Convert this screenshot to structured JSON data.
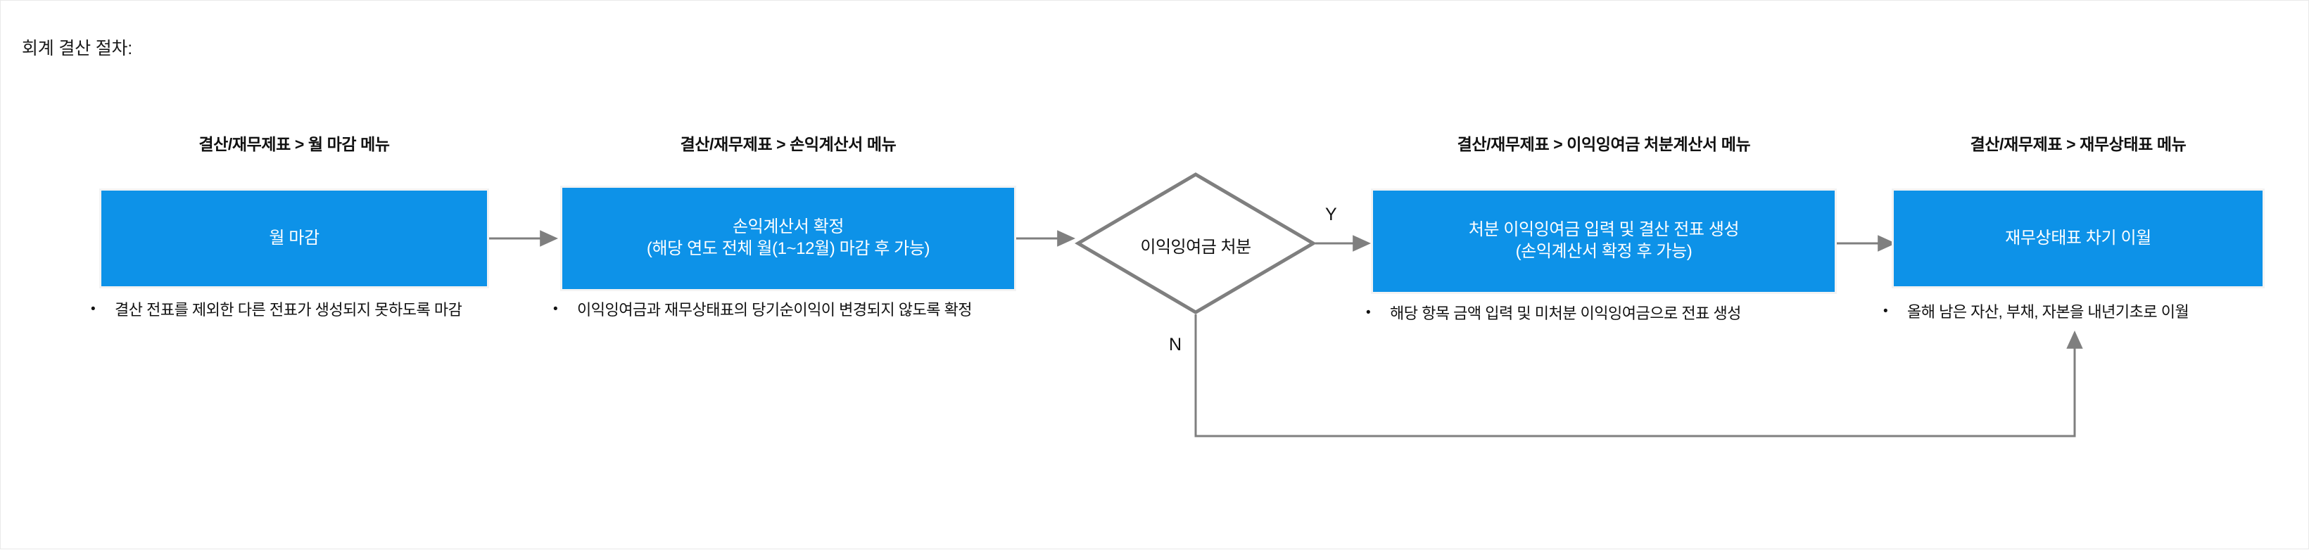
{
  "page": {
    "title": "회계 결산 절차:",
    "background_color": "#ffffff",
    "accent_color": "#0d92e8",
    "connector_color": "#7f7f7f",
    "text_color": "#111111"
  },
  "flow": {
    "nodes": [
      {
        "id": "month-close",
        "header": "결산/재무제표 > 월 마감 메뉴",
        "box_label": "월 마감",
        "bullet_marker": "•",
        "bullet": "결산 전표를 제외한 다른 전표가 생성되지 못하도록 마감"
      },
      {
        "id": "income-statement",
        "header": "결산/재무제표 > 손익계산서 메뉴",
        "box_label_line1": "손익계산서 확정",
        "box_label_line2": "(해당 연도 전체 월(1~12월) 마감 후 가능)",
        "bullet_marker": "•",
        "bullet": "이익잉여금과 재무상태표의 당기순이익이 변경되지 않도록 확정"
      },
      {
        "id": "retained-earnings",
        "header": "결산/재무제표 > 이익잉여금 처분계산서 메뉴",
        "box_label_line1": "처분 이익잉여금 입력 및 결산 전표 생성",
        "box_label_line2": "(손익계산서 확정 후 가능)",
        "bullet_marker": "•",
        "bullet": "해당 항목 금액 입력 및 미처분 이익잉여금으로 전표 생성"
      },
      {
        "id": "balance-sheet",
        "header": "결산/재무제표 > 재무상태표 메뉴",
        "box_label": "재무상태표 차기 이월",
        "bullet_marker": "•",
        "bullet": "올해 남은 자산, 부채, 자본을 내년기초로 이월"
      }
    ],
    "decision": {
      "id": "retained-earnings-decision",
      "label": "이익잉여금 처분",
      "yes_label": "Y",
      "no_label": "N"
    }
  }
}
